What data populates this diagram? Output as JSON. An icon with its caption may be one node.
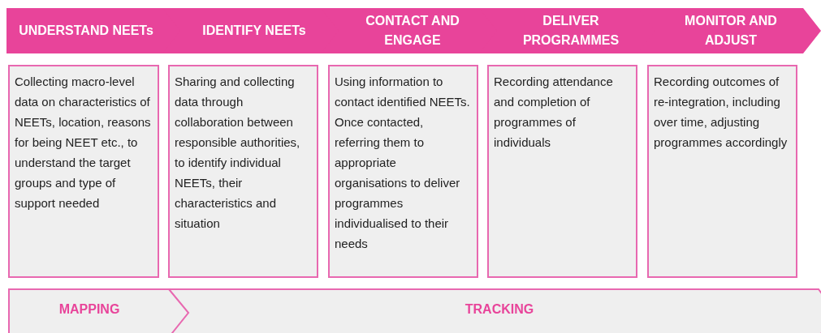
{
  "diagram": {
    "nodes": [
      {
        "text": [
          "UNDERSTAND NEETs"
        ]
      },
      {
        "text": [
          "IDENTIFY NEETs"
        ]
      },
      {
        "text": [
          "CONTACT AND ENGAGE"
        ]
      },
      {
        "text": [
          "DELIVER PROGRAMMES"
        ]
      },
      {
        "text": [
          "MONITOR AND ADJUST"
        ]
      },
      {
        "text": [
          "Collecting macro-level data on characteristics of NEETs, location, reasons for being NEET etc., to understand the target groups and type of support needed"
        ]
      },
      {
        "text": [
          "Sharing and collecting data through collaboration between responsible authorities, to identify individual NEETs, their characteristics and situation"
        ]
      },
      {
        "text": [
          "Using information to contact identified NEETs. Once contacted, referring them to appropriate organisations to deliver programmes individualised to their needs"
        ]
      },
      {
        "text": [
          "Recording attendance and completion of programmes of individuals"
        ]
      },
      {
        "text": [
          "Recording outcomes of re-integration, including over time, adjusting programmes accordingly"
        ]
      },
      {
        "text": [
          "MAPPING"
        ]
      },
      {
        "text": [
          "TRACKING"
        ]
      }
    ]
  }
}
